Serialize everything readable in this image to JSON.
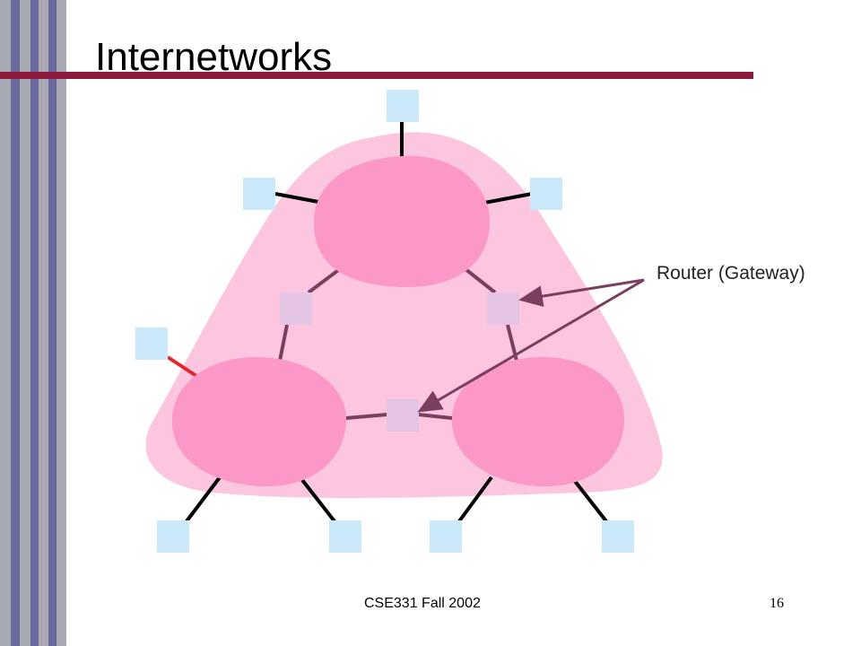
{
  "slide": {
    "title": "Internetworks",
    "footer_course": "CSE331 Fall 2002",
    "page_number": "16"
  },
  "diagram": {
    "router_label": "Router (Gateway)"
  },
  "colors": {
    "title_rule": "#8b1a3c",
    "internet_cloud": "#fcc6e0",
    "network_blob": "#fb98c8",
    "host": "#cce9fb",
    "router": "#e3c4e3",
    "link": "#7a3e5e",
    "highlight_link": "#e2262b",
    "stripe_gray": "#a9a9b4",
    "stripe_blue": "#6a6a9e"
  }
}
